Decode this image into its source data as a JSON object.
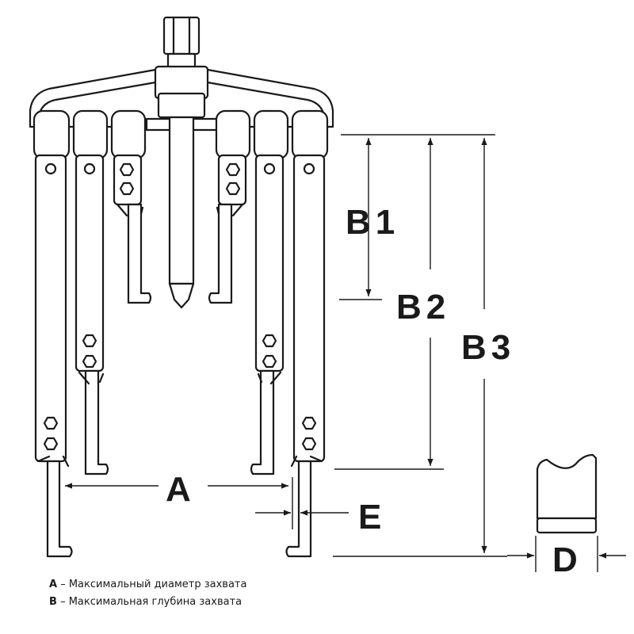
{
  "dimensions": {
    "b1": "B1",
    "b2": "B2",
    "b3": "B3",
    "a": "A",
    "e": "E",
    "d": "D"
  },
  "legend": [
    {
      "key": "A",
      "dash": "–",
      "text": "Максимальный диаметр захвата"
    },
    {
      "key": "B",
      "dash": "–",
      "text": "Максимальная глубина захвата"
    }
  ]
}
